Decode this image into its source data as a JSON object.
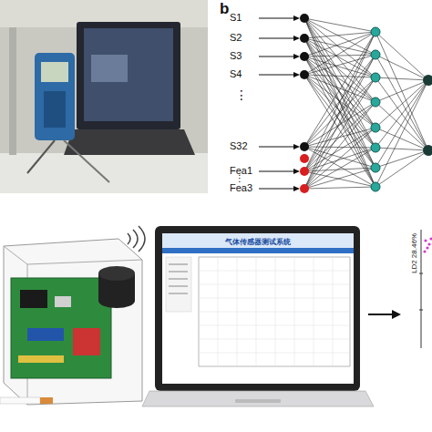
{
  "diagram": {
    "nodes": [
      {
        "text": [
          "S1"
        ]
      },
      {
        "text": [
          "S2"
        ]
      },
      {
        "text": [
          "S3"
        ]
      },
      {
        "text": [
          "S4"
        ]
      },
      {
        "text": [
          "S32"
        ]
      },
      {
        "text": [
          "Fea1"
        ]
      },
      {
        "text": [
          "Fea3"
        ]
      },
      {
        "text": [
          "气体传感器测试系统"
        ]
      }
    ],
    "labels": [
      "b",
      "⋮",
      "⋮",
      "LD2 28.46%"
    ]
  }
}
